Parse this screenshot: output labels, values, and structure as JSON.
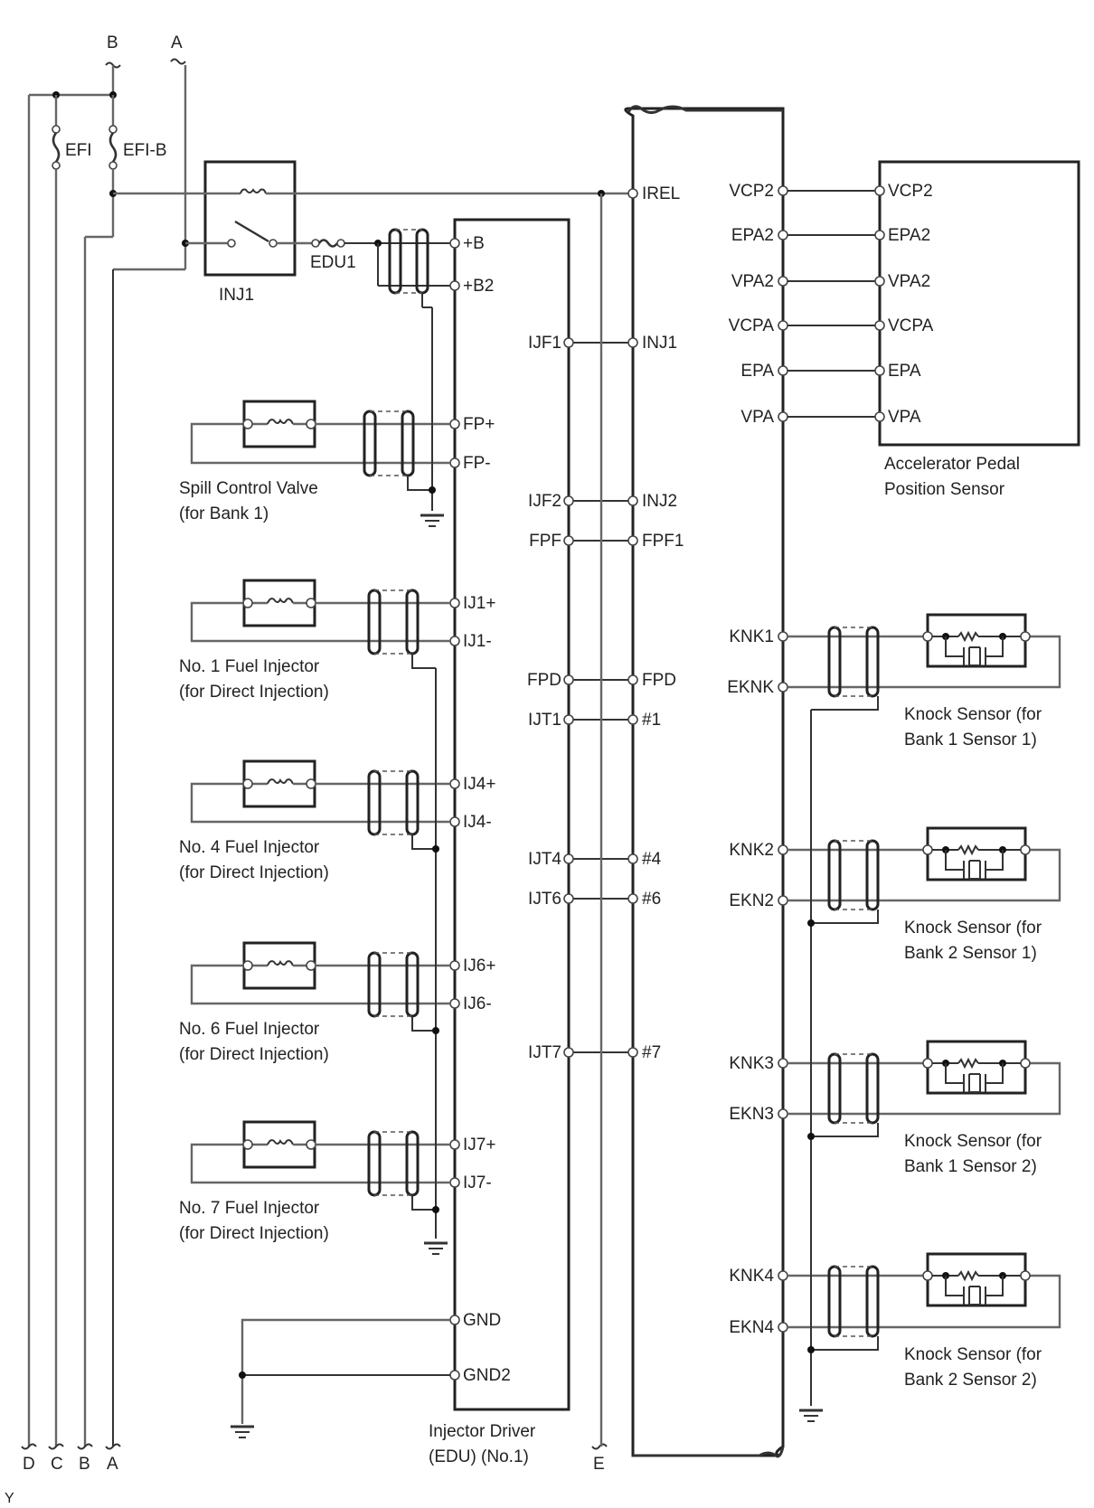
{
  "diagram": {
    "corner_label": "Y",
    "top_connectors": [
      "B",
      "A"
    ],
    "bottom_connectors": [
      "D",
      "C",
      "B",
      "A",
      "E"
    ],
    "fuses": [
      "EFI",
      "EFI-B",
      "EDU1"
    ],
    "relay": "INJ1",
    "edu": {
      "title_line1": "Injector Driver",
      "title_line2": "(EDU) (No.1)",
      "pins_left": [
        "+B",
        "+B2",
        "FP+",
        "FP-",
        "IJ1+",
        "IJ1-",
        "IJ4+",
        "IJ4-",
        "IJ6+",
        "IJ6-",
        "IJ7+",
        "IJ7-",
        "GND",
        "GND2"
      ],
      "pins_right": [
        "IJF1",
        "IJF2",
        "FPF",
        "FPD",
        "IJT1",
        "IJT4",
        "IJT6",
        "IJT7"
      ]
    },
    "ecm": {
      "pins_left": [
        "IREL",
        "INJ1",
        "INJ2",
        "FPF1",
        "FPD",
        "#1",
        "#4",
        "#6",
        "#7"
      ],
      "pins_right": [
        "VCP2",
        "EPA2",
        "VPA2",
        "VCPA",
        "EPA",
        "VPA",
        "KNK1",
        "EKNK",
        "KNK2",
        "EKN2",
        "KNK3",
        "EKN3",
        "KNK4",
        "EKN4"
      ]
    },
    "accel_sensor": {
      "pins": [
        "VCP2",
        "EPA2",
        "VPA2",
        "VCPA",
        "EPA",
        "VPA"
      ],
      "label_line1": "Accelerator Pedal",
      "label_line2": "Position Sensor"
    },
    "actuators": [
      {
        "line1": "Spill Control Valve",
        "line2": "(for Bank 1)"
      },
      {
        "line1": "No. 1 Fuel Injector",
        "line2": "(for Direct Injection)"
      },
      {
        "line1": "No. 4 Fuel Injector",
        "line2": "(for Direct Injection)"
      },
      {
        "line1": "No. 6 Fuel Injector",
        "line2": "(for Direct Injection)"
      },
      {
        "line1": "No. 7 Fuel Injector",
        "line2": "(for Direct Injection)"
      }
    ],
    "knock_sensors": [
      {
        "line1": "Knock Sensor (for",
        "line2": "Bank 1 Sensor 1)"
      },
      {
        "line1": "Knock Sensor (for",
        "line2": "Bank 2 Sensor 1)"
      },
      {
        "line1": "Knock Sensor (for",
        "line2": "Bank 1 Sensor 2)"
      },
      {
        "line1": "Knock Sensor (for",
        "line2": "Bank 2 Sensor 2)"
      }
    ]
  }
}
